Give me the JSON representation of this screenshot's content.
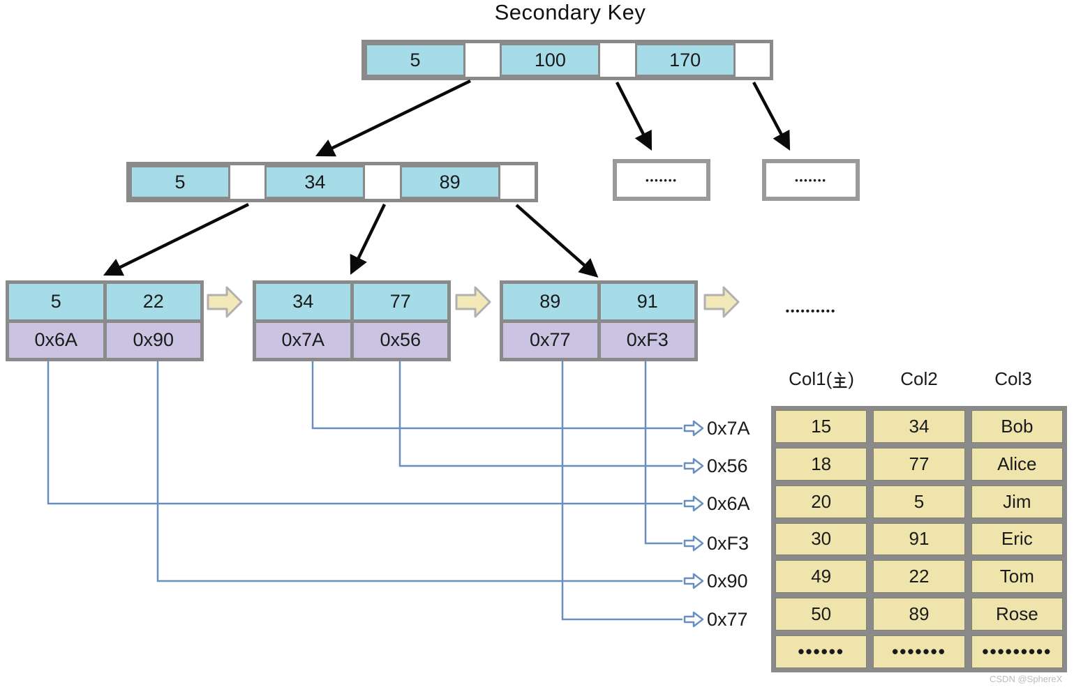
{
  "title": "Secondary Key",
  "root_node": {
    "keys": [
      "5",
      "100",
      "170"
    ]
  },
  "internal_node": {
    "keys": [
      "5",
      "34",
      "89"
    ]
  },
  "overflow_boxes": {
    "left_dots": "•••••••",
    "right_dots": "•••••••"
  },
  "leaf_nodes": [
    {
      "keys": [
        "5",
        "22"
      ],
      "pointers": [
        "0x6A",
        "0x90"
      ]
    },
    {
      "keys": [
        "34",
        "77"
      ],
      "pointers": [
        "0x7A",
        "0x56"
      ]
    },
    {
      "keys": [
        "89",
        "91"
      ],
      "pointers": [
        "0x77",
        "0xF3"
      ]
    }
  ],
  "leaf_chain_dots": "••••••••••",
  "pointer_labels": [
    "0x7A",
    "0x56",
    "0x6A",
    "0xF3",
    "0x90",
    "0x77"
  ],
  "table": {
    "headers": [
      "Col1(主)",
      "Col2",
      "Col3"
    ],
    "header_col1_prefix": "Col1(",
    "header_col1_zhu": "主",
    "header_col1_suffix": ")",
    "header_col2": "Col2",
    "header_col3": "Col3",
    "rows": [
      [
        "15",
        "34",
        "Bob"
      ],
      [
        "18",
        "77",
        "Alice"
      ],
      [
        "20",
        "5",
        "Jim"
      ],
      [
        "30",
        "91",
        "Eric"
      ],
      [
        "49",
        "22",
        "Tom"
      ],
      [
        "50",
        "89",
        "Rose"
      ],
      [
        "••••••",
        "•••••••",
        "•••••••••"
      ]
    ]
  },
  "watermark": "CSDN @SphereX",
  "colors": {
    "key_cell_cyan": "#A6DBE8",
    "pointer_cell_purple": "#CBC3E2",
    "table_cell_tan": "#EFE5AC",
    "frame_gray": "#8A8A8A",
    "link_blue": "#6890BE",
    "leaf_arrow_yellow": "#F3E9B8",
    "tree_arrow_black": "#0a0a0a"
  }
}
